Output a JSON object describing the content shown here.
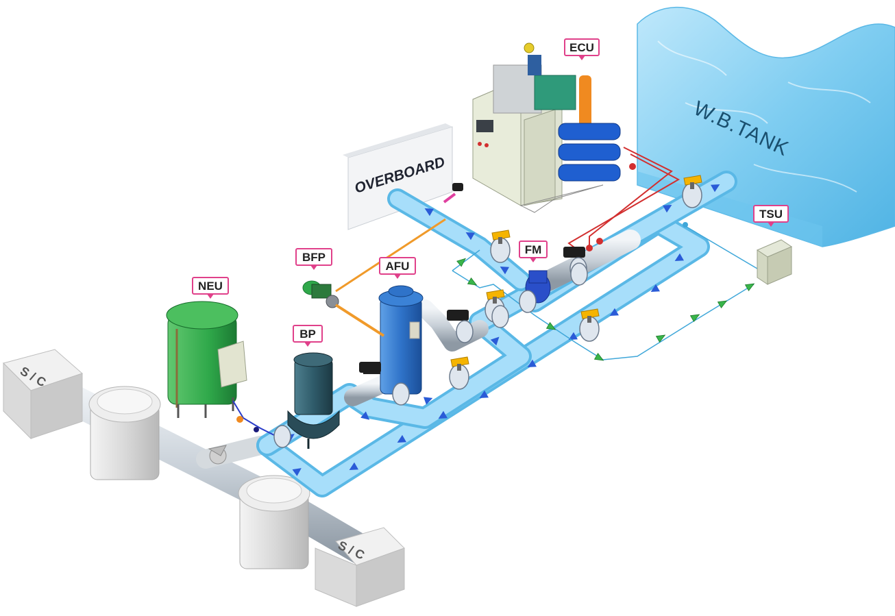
{
  "labels": {
    "ecu": "ECU",
    "tsu": "TSU",
    "fm": "FM",
    "bfp": "BFP",
    "afu": "AFU",
    "neu": "NEU",
    "bp": "BP",
    "overboard": "OVERBOARD",
    "tank": "W.B.TANK",
    "sc_top": "S / C",
    "sc_bottom": "S / C"
  },
  "colors": {
    "water_pipe": "#9fd8f5",
    "water_pipe_edge": "#5ab8e6",
    "flow_arrow": "#2a5bd7",
    "signal_line": "#d22f2f",
    "sample_line": "#39b54a",
    "label_border": "#e0408a",
    "neu_tank": "#2fa84a",
    "afu_body": "#2f73c9",
    "bp_body": "#2f5b6a",
    "valve_handle": "#f5b400",
    "backflush_line": "#f09a2a",
    "sea_chest": "#e6e6e6"
  },
  "icons": {
    "valve": "butterfly-valve-icon",
    "actuator": "valve-actuator-icon",
    "flow": "flow-arrow-icon"
  }
}
